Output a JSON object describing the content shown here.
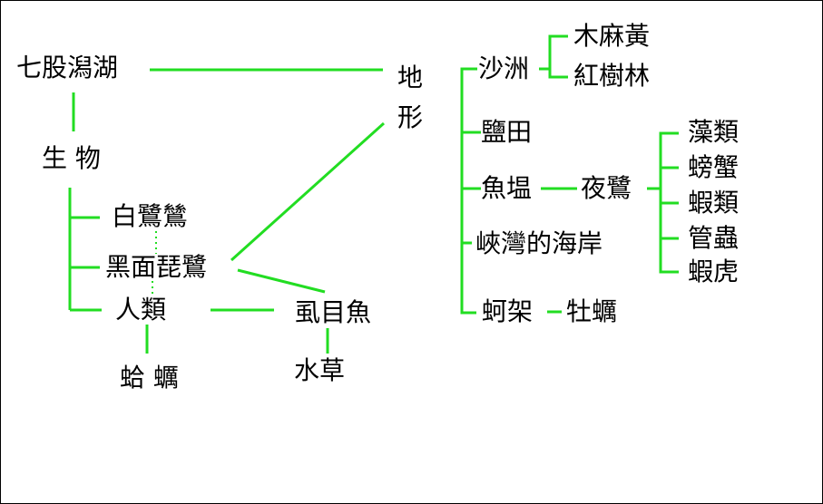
{
  "nodes": {
    "qigu_lagoon": "七股潟湖",
    "biology": "生 物",
    "terrain": "地\n形",
    "little_egret": "白鷺鷥",
    "black_faced_spoonbill": "黑面琵鷺",
    "humans": "人類",
    "clams": "蛤 蠣",
    "milkfish": "虱目魚",
    "water_plants": "水草",
    "sandbar": "沙洲",
    "casuarina": "木麻黃",
    "mangrove": "紅樹林",
    "salt_field": "鹽田",
    "fish_pond": "魚塭",
    "night_heron": "夜鷺",
    "algae": "藻類",
    "crab": "螃蟹",
    "shrimp": "蝦類",
    "tube_worm": "管蟲",
    "mud_shrimp": "蝦虎",
    "lagoon_coast": "峽灣的海岸",
    "oyster_rack": "蚵架",
    "oyster": "牡蠣"
  },
  "colors": {
    "connector": "#22dd22",
    "text": "#000000",
    "background": "#ffffff"
  }
}
